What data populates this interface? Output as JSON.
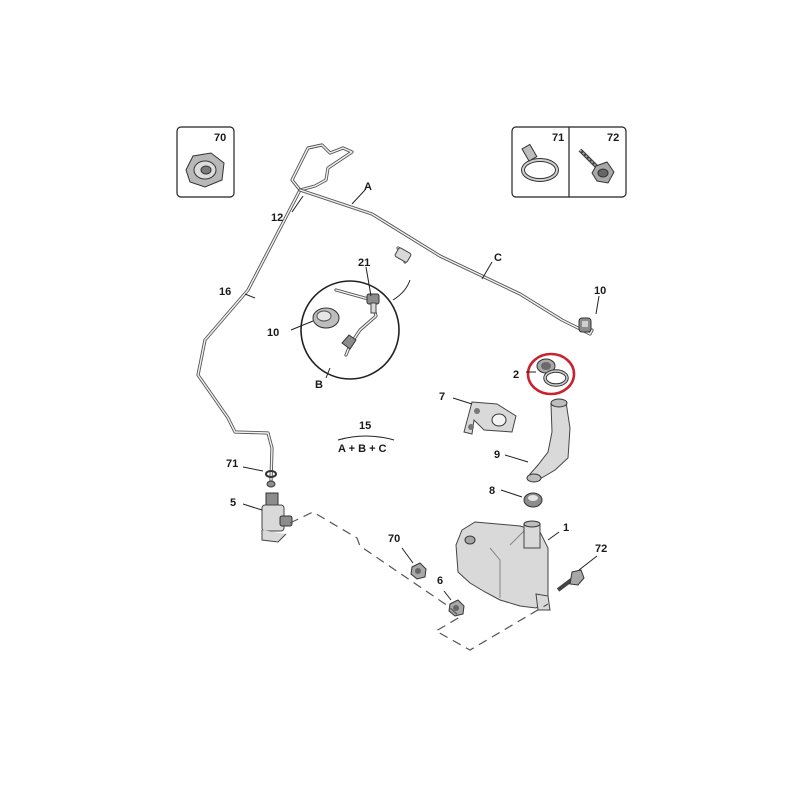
{
  "labels": {
    "kit_70": "70",
    "kit_71": "71",
    "kit_72": "72",
    "A": "A",
    "C": "C",
    "B": "B",
    "p12": "12",
    "p16": "16",
    "p21": "21",
    "p10_left": "10",
    "p10_right": "10",
    "p2": "2",
    "p7": "7",
    "p9": "9",
    "p8": "8",
    "p1": "1",
    "p15": "15",
    "formula": "A + B + C",
    "p71": "71",
    "p5": "5",
    "p70": "70",
    "p72": "72",
    "p6": "6"
  },
  "colors": {
    "highlight": "#c8242f",
    "line": "#222222",
    "part_fill": "#d9d9d9"
  },
  "highlighted_part": "2"
}
